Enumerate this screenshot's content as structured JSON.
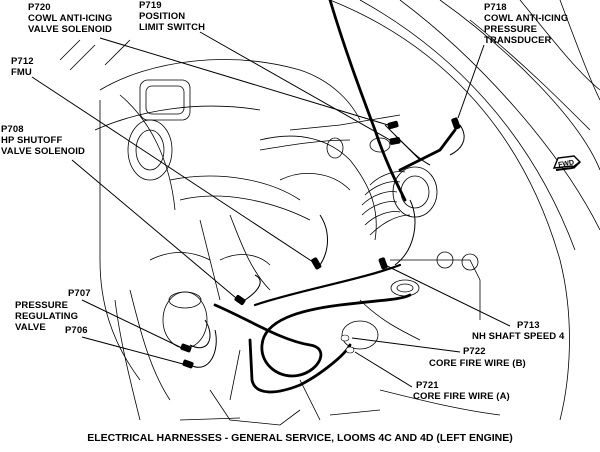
{
  "title": "ELECTRICAL HARNESSES - GENERAL SERVICE, LOOMS 4C AND 4D (LEFT ENGINE)",
  "orientation_marker": {
    "icon": "fwd-arrow-icon",
    "text": "FWD"
  },
  "callouts": [
    {
      "id": "P720",
      "lines": [
        "P720",
        "COWL ANTI-ICING",
        "VALVE SOLENOID"
      ]
    },
    {
      "id": "P719",
      "lines": [
        "P719",
        "POSITION",
        "LIMIT SWITCH"
      ]
    },
    {
      "id": "P718",
      "lines": [
        "P718",
        "COWL ANTI-ICING",
        "PRESSURE",
        "TRANSDUCER"
      ]
    },
    {
      "id": "P712",
      "lines": [
        "P712",
        "FMU"
      ]
    },
    {
      "id": "P708",
      "lines": [
        "P708",
        "HP SHUTOFF",
        "VALVE SOLENOID"
      ]
    },
    {
      "id": "P707",
      "lines": [
        "P707"
      ]
    },
    {
      "id": "PRV",
      "lines": [
        "PRESSURE",
        "REGULATING",
        "VALVE"
      ]
    },
    {
      "id": "P706",
      "lines": [
        "P706"
      ]
    },
    {
      "id": "P713",
      "lines": [
        "P713",
        "NH SHAFT SPEED 4"
      ]
    },
    {
      "id": "P722",
      "lines": [
        "P722",
        "CORE FIRE WIRE (B)"
      ]
    },
    {
      "id": "P721",
      "lines": [
        "P721",
        "CORE FIRE WIRE (A)"
      ]
    }
  ]
}
